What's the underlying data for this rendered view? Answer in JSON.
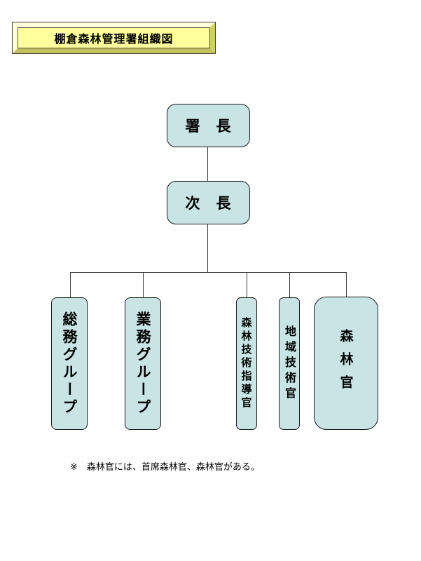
{
  "title": {
    "text": "棚倉森林管理署組織図"
  },
  "org": {
    "top": {
      "label": "署　長"
    },
    "second": {
      "label": "次　長"
    },
    "branches": [
      {
        "id": "soumu-group",
        "label": "総務グループ"
      },
      {
        "id": "gyoumu-group",
        "label": "業務グループ"
      },
      {
        "id": "shinrin-gijutsu-shidoukan",
        "label": "森林技術指導官"
      },
      {
        "id": "chiiki-gijutsukan",
        "label": "地域技術官"
      },
      {
        "id": "shinrinkan",
        "label": "森林官"
      }
    ]
  },
  "footnote": {
    "text": "※　森林官には、首席森林官、森林官がある。"
  },
  "colors": {
    "box_fill": "#c8e4e4",
    "box_border": "#1c1c1c",
    "title_fill": "#ffff9c",
    "connector": "#3a3a3a",
    "background": "#ffffff"
  }
}
